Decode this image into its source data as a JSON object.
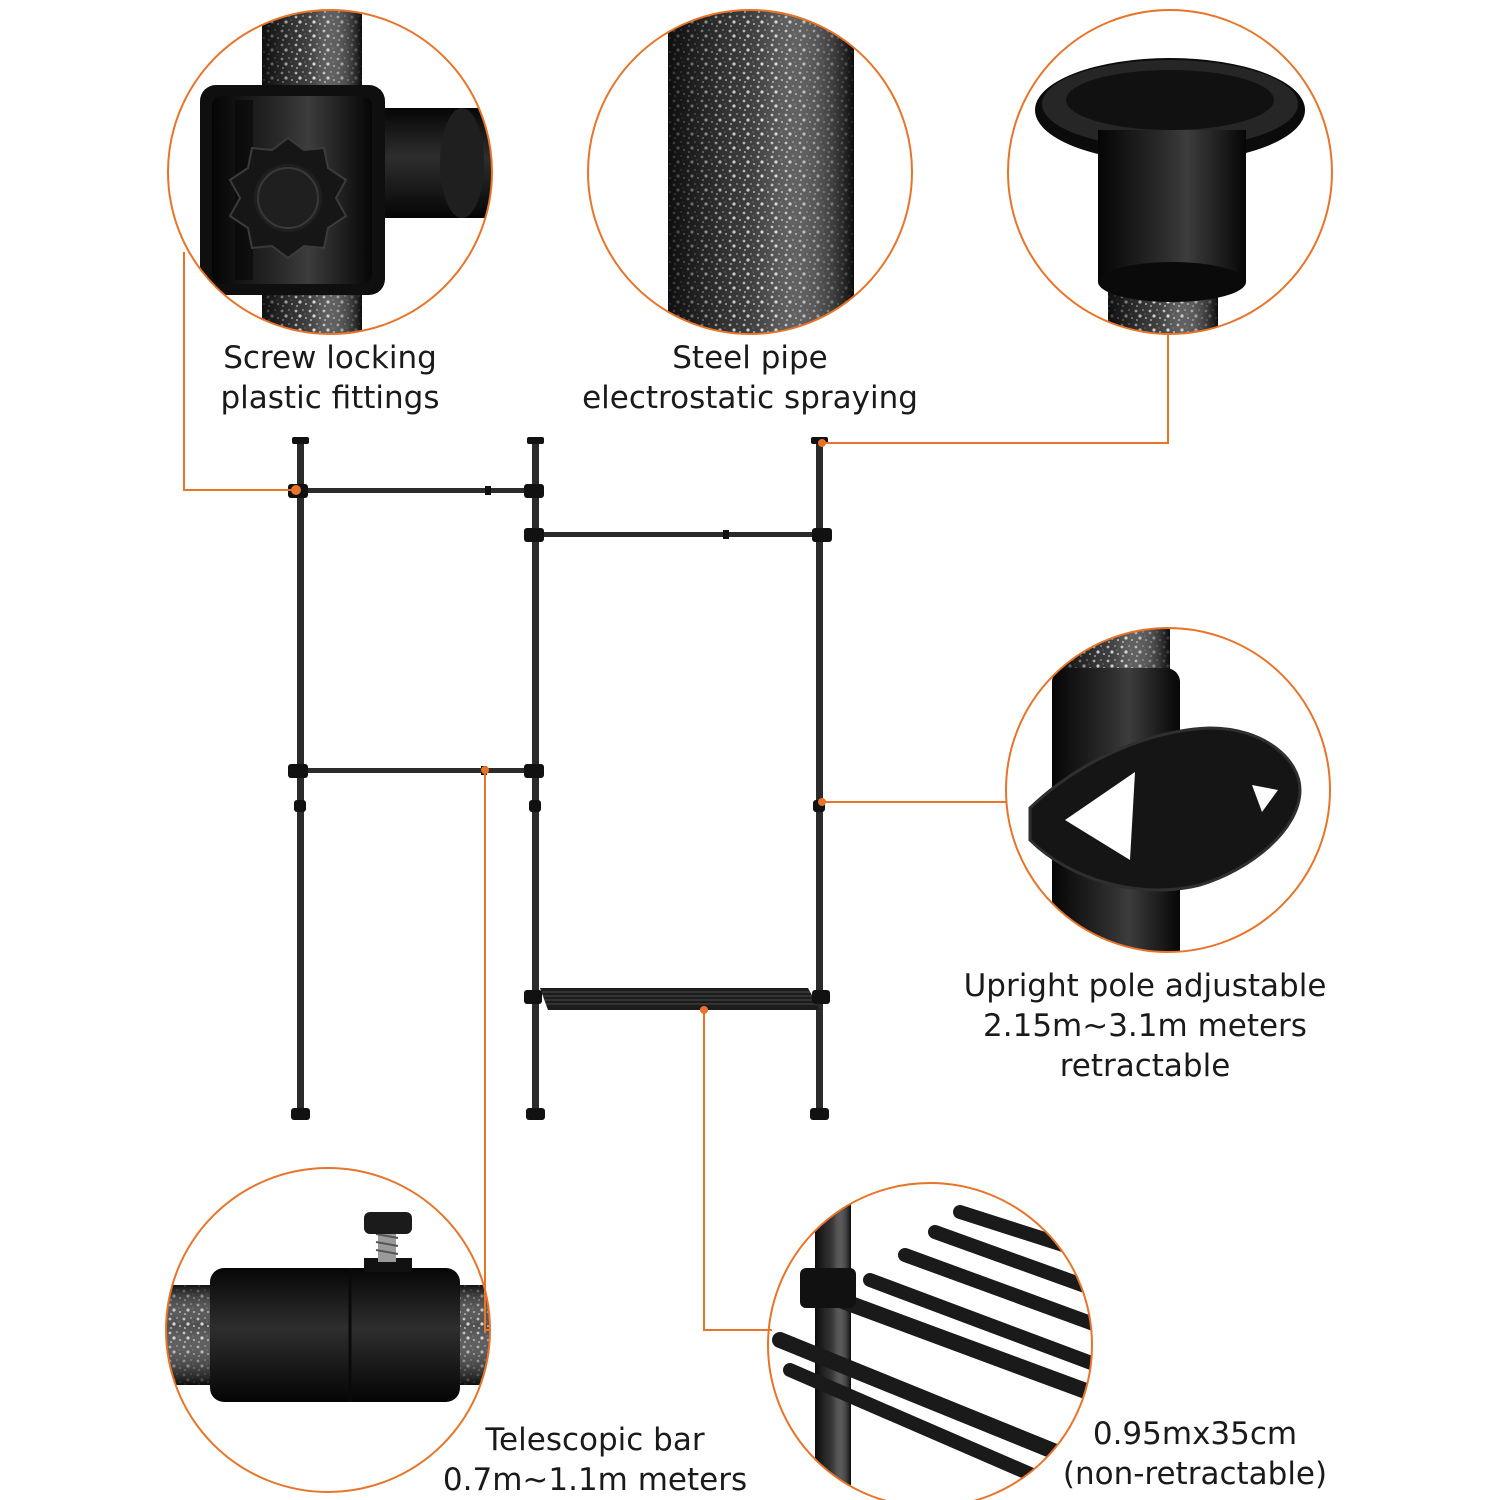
{
  "colors": {
    "accent": "#e8742a",
    "metal_dark": "#2b2b2b",
    "metal_light": "#9a9a9a",
    "plastic": "#141414",
    "text": "#1a1a1a",
    "background": "#ffffff"
  },
  "callouts": {
    "screw_locking": {
      "line1": "Screw locking",
      "line2": "plastic fittings"
    },
    "steel_pipe": {
      "line1": "Steel pipe",
      "line2": "electrostatic spraying"
    },
    "upright_pole": {
      "line1": "Upright pole adjustable",
      "line2": "2.15m~3.1m meters",
      "line3": "retractable"
    },
    "telescopic_bar": {
      "line1": "Telescopic bar",
      "line2": "0.7m~1.1m meters"
    },
    "shelf": {
      "line1": "0.95mx35cm",
      "line2": "(non-retractable)"
    }
  },
  "icons": {
    "screw_fitting": "screw-fitting-icon",
    "steel_pipe": "steel-pipe-icon",
    "end_cap": "end-cap-icon",
    "pole_clamp": "pole-clamp-icon",
    "telescopic_joint": "telescopic-joint-icon",
    "shelf_detail": "shelf-icon"
  }
}
